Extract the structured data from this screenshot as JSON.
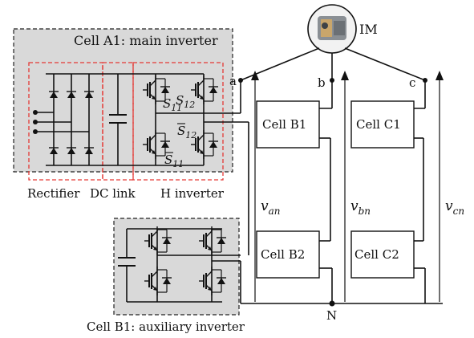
{
  "labels": {
    "cell_a1": "Cell A1: main inverter",
    "rectifier": "Rectifier",
    "dc_link": "DC link",
    "h_inverter": "H inverter",
    "cell_b1_aux": "Cell B1: auxiliary inverter",
    "motor": "IM",
    "cell_b1": "Cell B1",
    "cell_b2": "Cell B2",
    "cell_c1": "Cell C1",
    "cell_c2": "Cell C2",
    "node_a": "a",
    "node_b": "b",
    "node_c": "c",
    "node_n": "N",
    "v_an": "v",
    "v_an_sub": "an",
    "v_bn": "v",
    "v_bn_sub": "bn",
    "v_cn": "v",
    "v_cn_sub": "cn",
    "s12": "S",
    "s12_sub": "12",
    "s11": "S",
    "s11_sub": "11",
    "s12bar": "S",
    "s12bar_sub": "12",
    "s11bar": "S",
    "s11bar_sub": "11"
  },
  "colors": {
    "cell_fill": "#d9d9d9",
    "subblock_outline": "#e53935",
    "wire": "#111111"
  }
}
